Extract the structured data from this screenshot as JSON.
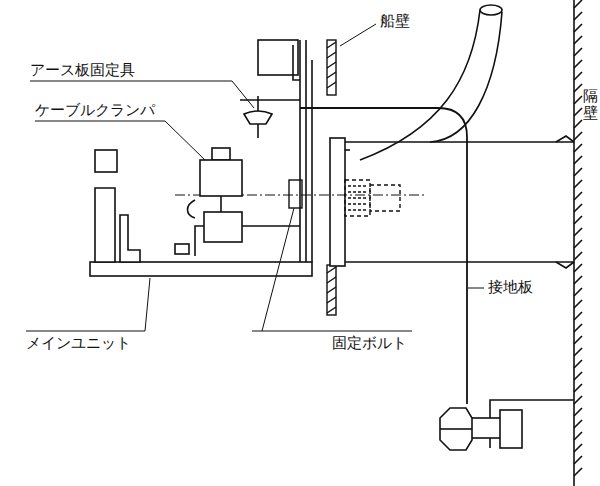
{
  "diagram": {
    "labels": [
      "アース板固定具",
      "ケーブルクランパ",
      "船壁",
      "隔壁",
      "接地板",
      "メインユニット",
      "固定ボルト"
    ]
  }
}
